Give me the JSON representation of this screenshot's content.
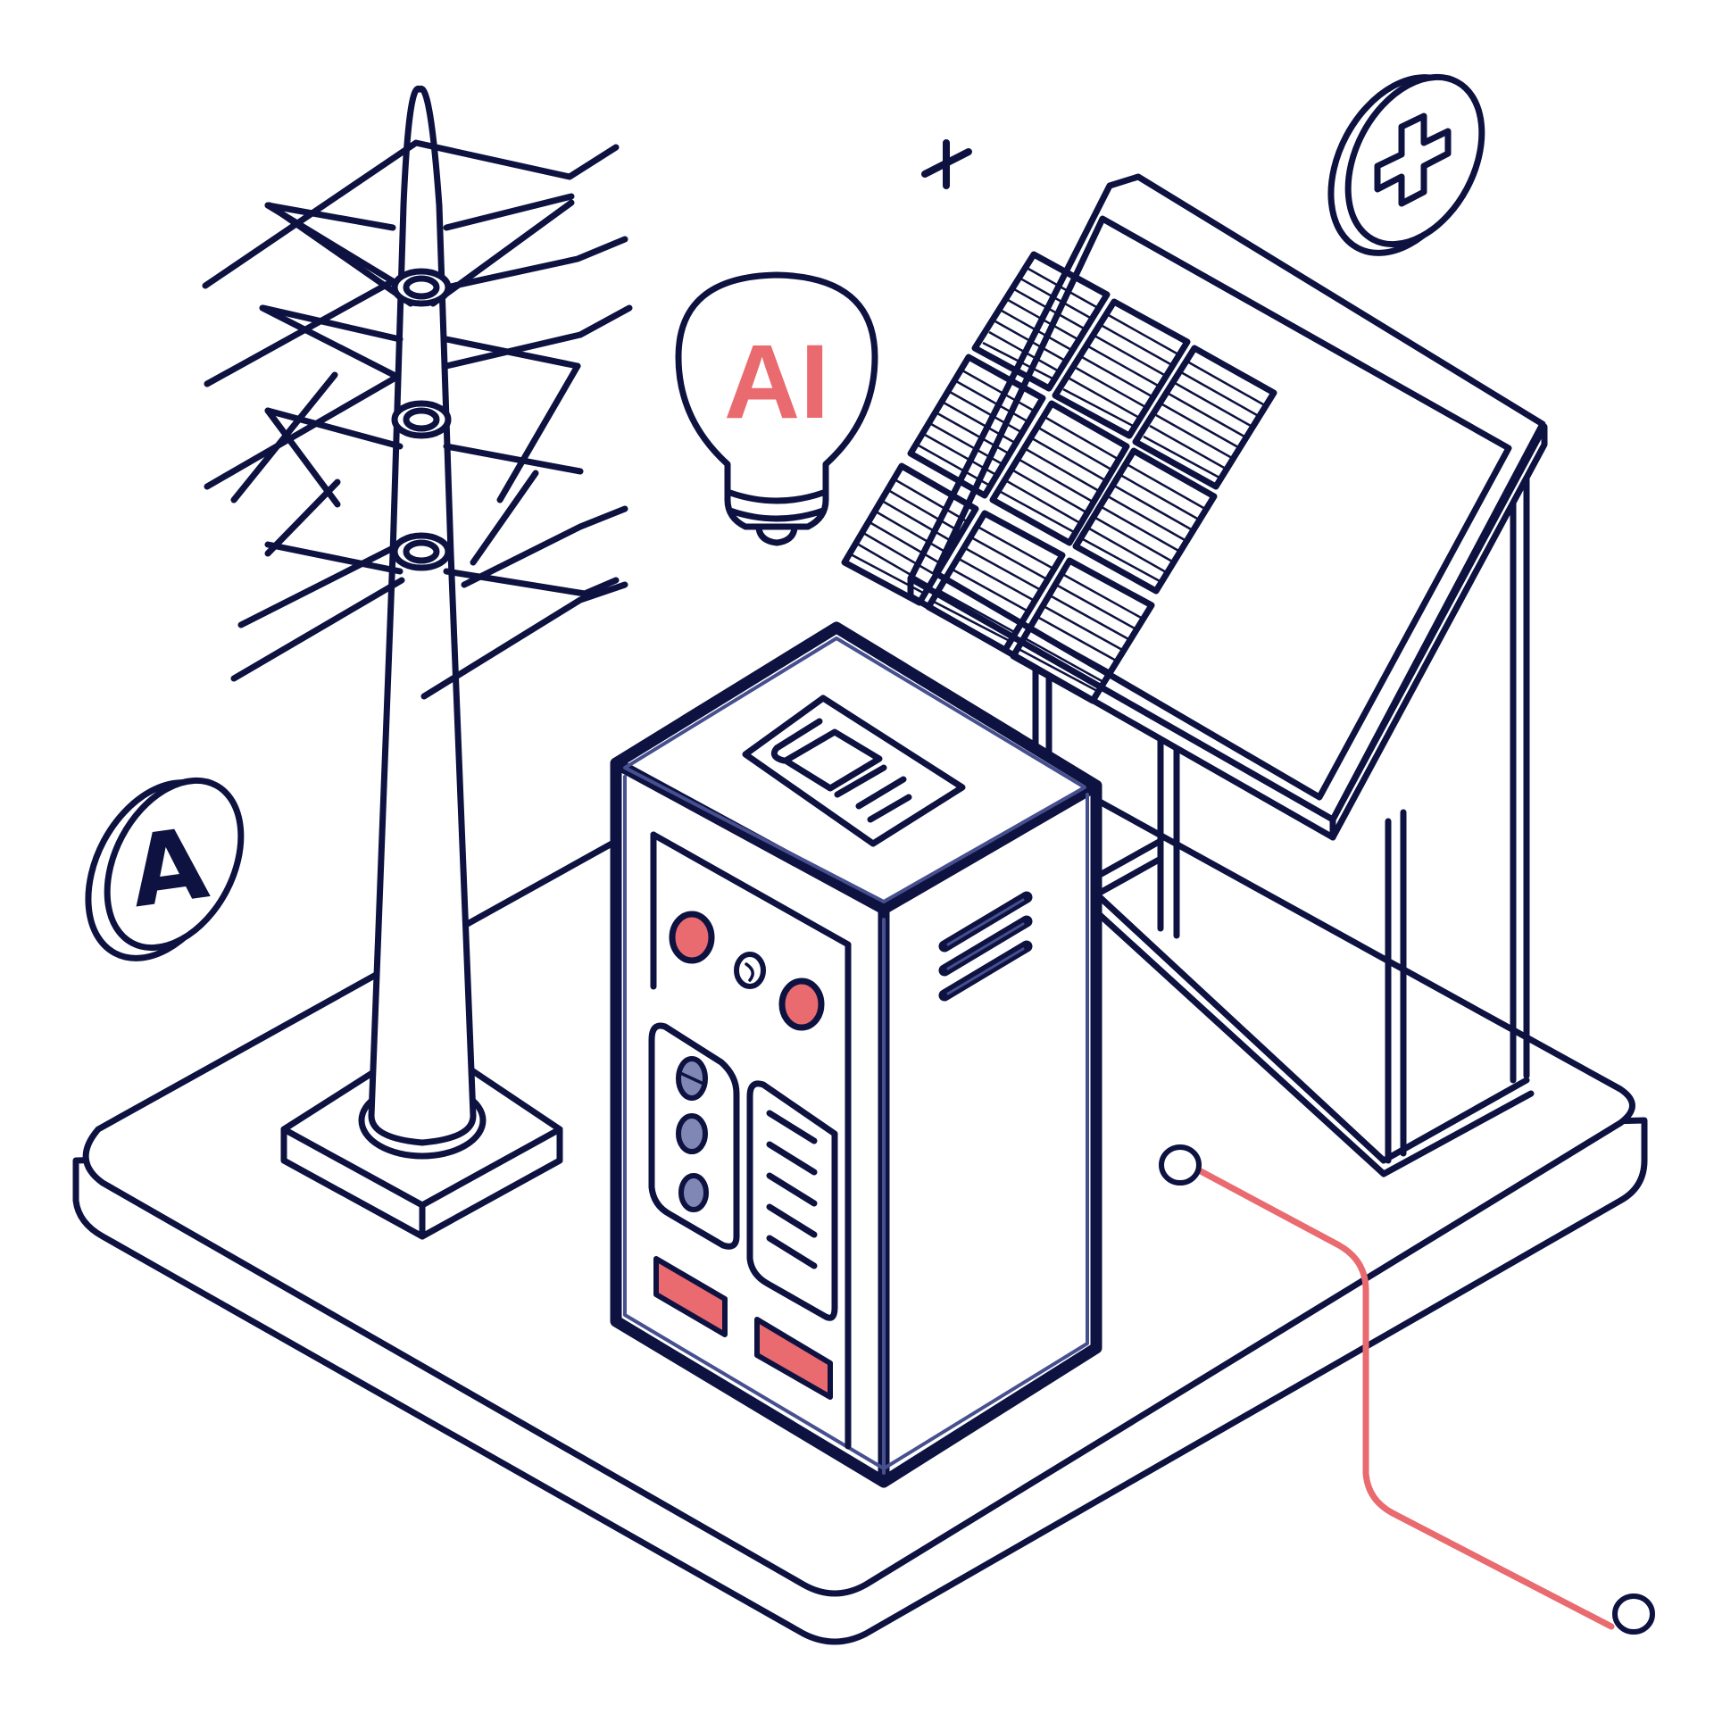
{
  "illustration": {
    "title": "AI-powered renewable energy system",
    "labels": {
      "bulb_text": "AI",
      "coin_left_glyph": "A",
      "coin_right_glyph": "+"
    },
    "colors": {
      "outline": "#0d1240",
      "accent": "#e96a6f",
      "cabinet_edge": "#47508f",
      "indicator": "#8187b4",
      "background": "#ffffff"
    },
    "elements": [
      {
        "name": "transmission-tower",
        "insulators": 3
      },
      {
        "name": "control-cabinet",
        "red_buttons": 2,
        "indicator_lights": 3,
        "red_slots": 2,
        "vent_slots": 3
      },
      {
        "name": "solar-panel",
        "cells": 9,
        "grid": "3x3"
      },
      {
        "name": "ai-lightbulb"
      },
      {
        "name": "coin-a"
      },
      {
        "name": "coin-plus"
      },
      {
        "name": "connector-line",
        "nodes": 2
      },
      {
        "name": "sparkle"
      }
    ]
  }
}
